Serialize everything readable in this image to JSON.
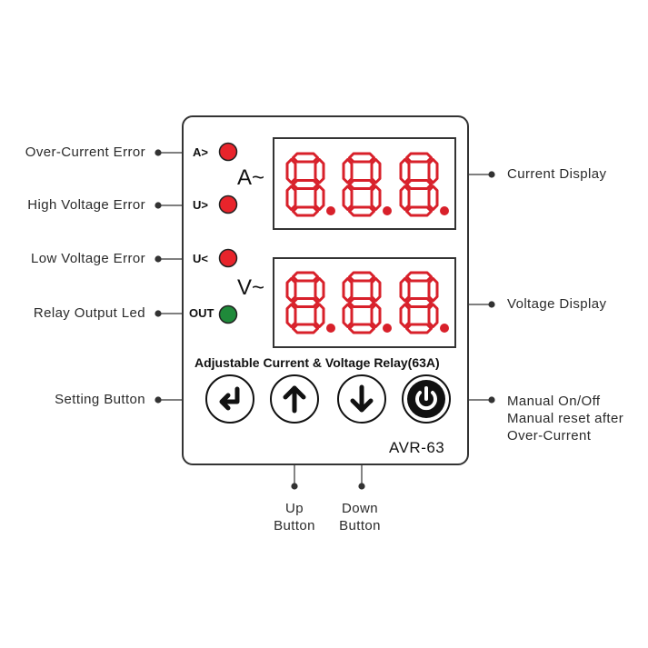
{
  "labels_left": {
    "over_current": "Over-Current Error",
    "high_voltage": "High Voltage Error",
    "low_voltage": "Low Voltage Error",
    "relay_output": "Relay Output Led",
    "setting_button": "Setting Button"
  },
  "labels_right": {
    "current_display": "Current  Display",
    "voltage_display": "Voltage Display",
    "manual_line1": "Manual On/Off",
    "manual_line2": "Manual reset after",
    "manual_line3": "Over-Current"
  },
  "labels_bottom": {
    "up_line1": "Up",
    "up_line2": "Button",
    "down_line1": "Down",
    "down_line2": "Button"
  },
  "panel": {
    "led_a": "A>",
    "led_u_high": "U>",
    "led_u_low": "U<",
    "led_out": "OUT",
    "unit_current": "A~",
    "unit_voltage": "V~",
    "title": "Adjustable Current & Voltage Relay(63A)",
    "model": "AVR-63"
  },
  "colors": {
    "led_red": "#e8242b",
    "led_green": "#1f8a3a",
    "segment_red": "#d8202a"
  },
  "icons": {
    "setting": "enter-arrow-icon",
    "up": "arrow-up-icon",
    "down": "arrow-down-icon",
    "power": "power-icon"
  }
}
